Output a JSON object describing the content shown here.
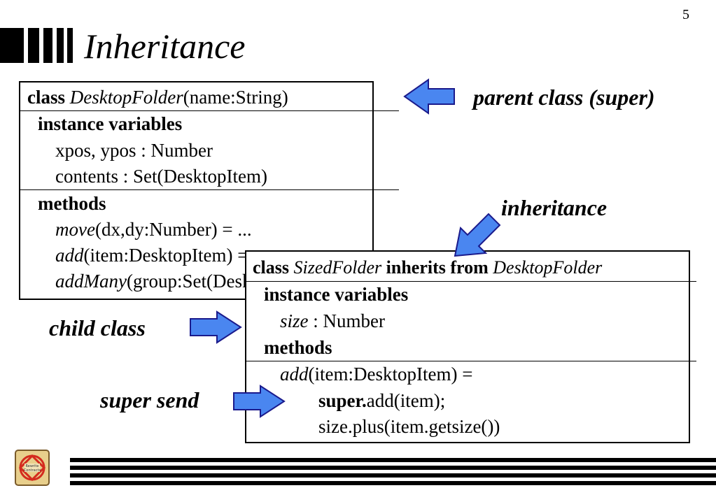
{
  "page_number": "5",
  "title": "Inheritance",
  "parent_class": {
    "header": {
      "kw": "class",
      "name": "DesktopFolder",
      "params": "(name:String)"
    },
    "ivars_heading": "instance variables",
    "ivars": [
      "xpos, ypos : Number",
      "contents : Set(DesktopItem)"
    ],
    "methods_heading": "methods",
    "methods": [
      {
        "name": "move",
        "sig": "(dx,dy:Number) = ..."
      },
      {
        "name": "add",
        "sig": "(item:DesktopItem) = ..."
      },
      {
        "name": "addMany",
        "sig": "(group:Set(DesktopItem)) = ..."
      }
    ]
  },
  "child_class": {
    "header": {
      "kw": "class",
      "name": "SizedFolder",
      "inherits": "inherits from",
      "parent": "DesktopFolder"
    },
    "ivars_heading": "instance variables",
    "ivar": {
      "name": "size",
      "type": " : Number"
    },
    "methods_heading": "methods",
    "method": {
      "name": "add",
      "sig": "(item:DesktopItem) ="
    },
    "body_super_kw": "super.",
    "body_super_rest": "add(item);",
    "body_line2": "size.plus(item.getsize())"
  },
  "callouts": {
    "parent": "parent class (super)",
    "inheritance": "inheritance",
    "child": "child class",
    "super_send": "super send"
  },
  "logo_text": "Rewrite Contracts",
  "colors": {
    "arrow_fill": "#4a86f0",
    "arrow_stroke": "#1a1a8c"
  }
}
